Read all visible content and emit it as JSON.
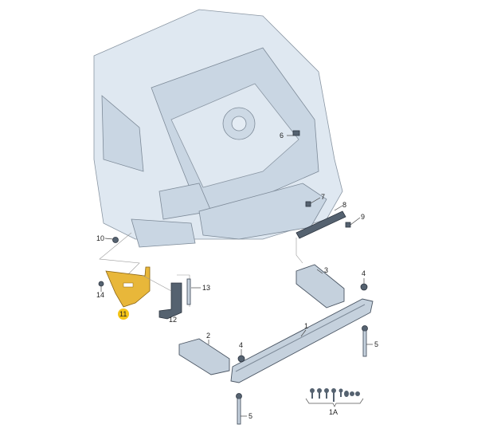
{
  "diagram": {
    "callouts": [
      {
        "id": "c10",
        "text": "10"
      },
      {
        "id": "c6",
        "text": "6"
      },
      {
        "id": "c7",
        "text": "7"
      },
      {
        "id": "c8",
        "text": "8"
      },
      {
        "id": "c9",
        "text": "9"
      },
      {
        "id": "c14",
        "text": "14"
      },
      {
        "id": "c11",
        "text": "11"
      },
      {
        "id": "c12",
        "text": "12"
      },
      {
        "id": "c13",
        "text": "13"
      },
      {
        "id": "c3",
        "text": "3"
      },
      {
        "id": "c4a",
        "text": "4"
      },
      {
        "id": "c2",
        "text": "2"
      },
      {
        "id": "c1",
        "text": "1"
      },
      {
        "id": "c5a",
        "text": "5"
      },
      {
        "id": "c4b",
        "text": "4"
      },
      {
        "id": "c5b",
        "text": "5"
      },
      {
        "id": "c1A",
        "text": "1A"
      }
    ],
    "highlight_color": "#f5c518"
  }
}
